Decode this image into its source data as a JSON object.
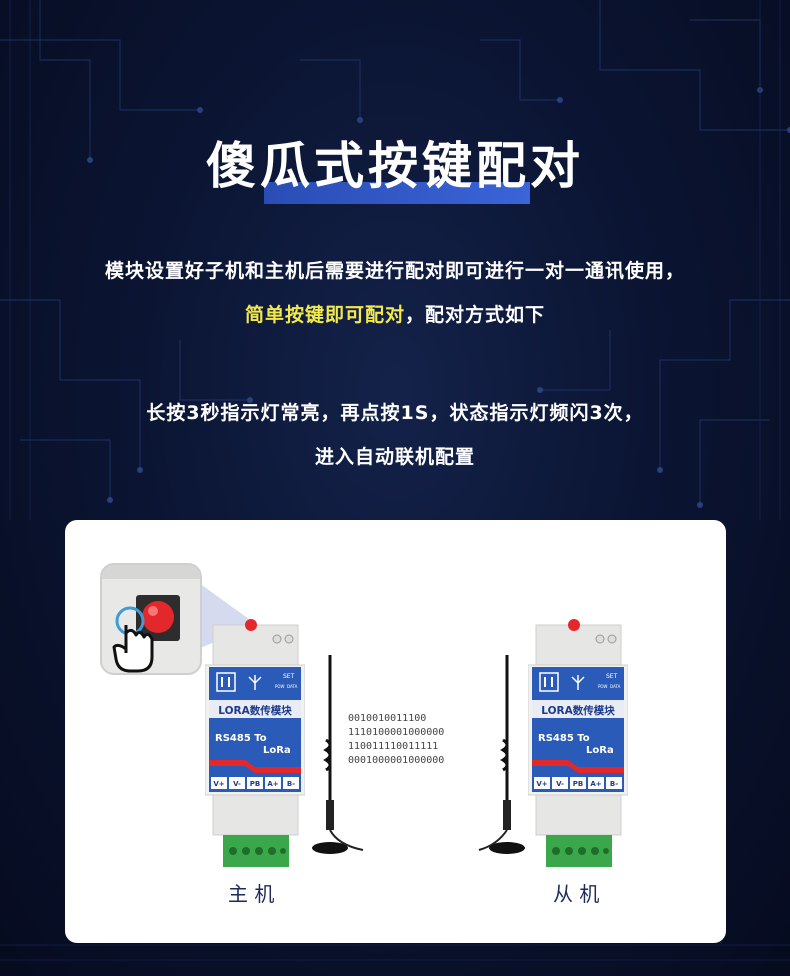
{
  "title": "傻瓜式按键配对",
  "intro": {
    "line1": "模块设置好子机和主机后需要进行配对即可进行一对一通讯使用，",
    "line2_highlight": "简单按键即可配对",
    "line2_rest": "，配对方式如下"
  },
  "steps": {
    "line1": "长按3秒指示灯常亮，再点按1S，状态指示灯频闪3次，",
    "line2": "进入自动联机配置"
  },
  "module": {
    "name": "LORA数传模块",
    "model_line1": "RS485 To",
    "model_line2": "LoRa",
    "set_label": "SET",
    "pow_label": "POW",
    "data_label": "DATA",
    "terminals": [
      "V+",
      "V-",
      "PB",
      "A+",
      "B-"
    ]
  },
  "labels": {
    "master": "主 机",
    "slave": "从 机"
  },
  "data_stream": [
    "0010010011100",
    "1110100001000000",
    "110011110011111",
    "0001000001000000"
  ],
  "colors": {
    "highlight": "#f3ea4a",
    "title_bar": "#2a4db5",
    "module_blue": "#2b5bb8",
    "terminal_green": "#3aa84a",
    "led_red": "#e3272a"
  }
}
